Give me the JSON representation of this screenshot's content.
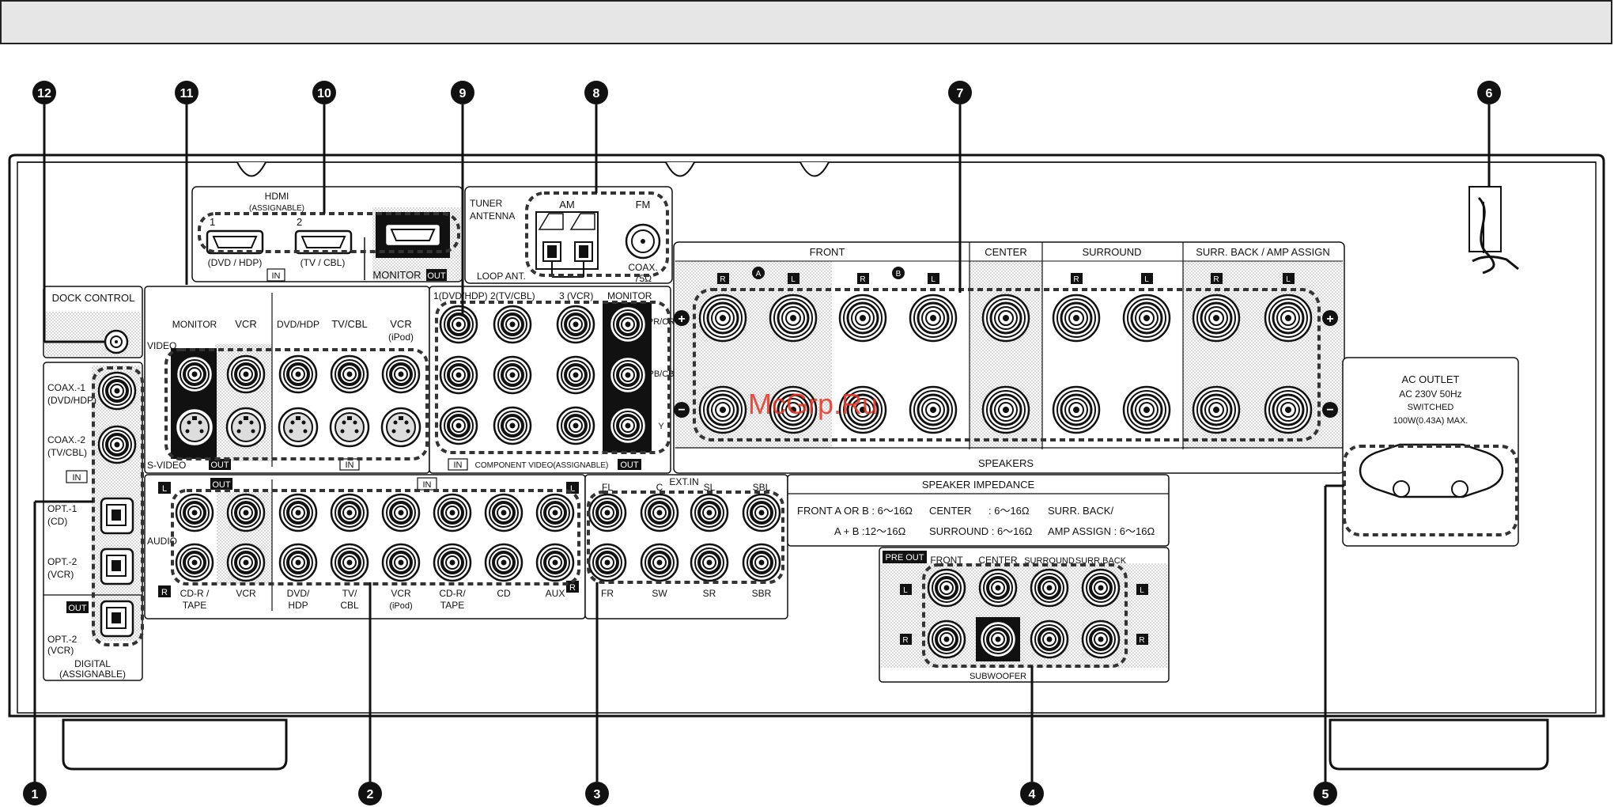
{
  "callouts": [
    "1",
    "2",
    "3",
    "4",
    "5",
    "6",
    "7",
    "8",
    "9",
    "10",
    "11",
    "12"
  ],
  "watermark": "McGrp.Ru",
  "hdmi": {
    "title": "HDMI",
    "subtitle": "(ASSIGNABLE)",
    "input_1_number": "1",
    "input_2_number": "2",
    "input_1_label": "(DVD / HDP)",
    "input_2_label": "(TV / CBL)",
    "in_badge": "IN",
    "monitor_label": "MONITOR",
    "out_badge": "OUT"
  },
  "tuner": {
    "title_line1": "TUNER",
    "title_line2": "ANTENNA",
    "am_label": "AM",
    "fm_label": "FM",
    "loop_label": "LOOP ANT.",
    "coax_label": "COAX.",
    "ohm_label": "75Ω"
  },
  "dock": {
    "label": "DOCK CONTROL"
  },
  "video": {
    "video_label": "VIDEO",
    "svideo_label": "S-VIDEO",
    "out_badge": "OUT",
    "in_badge": "IN",
    "columns": [
      "MONITOR",
      "VCR",
      "DVD/HDP",
      "TV/CBL",
      "VCR (iPod)"
    ],
    "col_vcr_ipod_line1": "VCR",
    "col_vcr_ipod_line2": "(iPod)"
  },
  "component": {
    "headers": [
      "1(DVD/HDP)",
      "2(TV/CBL)",
      "3 (VCR)",
      "MONITOR"
    ],
    "side_labels": [
      "PR/CR",
      "PB/CB",
      "Y"
    ],
    "in_badge": "IN",
    "out_badge": "OUT",
    "footer": "COMPONENT VIDEO(ASSIGNABLE)"
  },
  "digital": {
    "coax1_line1": "COAX.-1",
    "coax1_line2": "(DVD/HDP)",
    "coax2_line1": "COAX.-2",
    "coax2_line2": "(TV/CBL)",
    "in_badge": "IN",
    "opt1_line1": "OPT.-1",
    "opt1_line2": "(CD)",
    "opt2_line1": "OPT.-2",
    "opt2_line2": "(VCR)",
    "out_badge": "OUT",
    "opt3_line1": "OPT.-2",
    "opt3_line2": "(VCR)",
    "footer_line1": "DIGITAL",
    "footer_line2": "(ASSIGNABLE)"
  },
  "audio": {
    "label": "AUDIO",
    "out_badge": "OUT",
    "in_badge": "IN",
    "l_badge": "L",
    "r_badge": "R",
    "cdr_line1": "CD-R /",
    "cdr_line2": "TAPE",
    "vcr_out": "VCR",
    "dvd_line1": "DVD/",
    "dvd_line2": "HDP",
    "tv_line1": "TV/",
    "tv_line2": "CBL",
    "vcripod_line1": "VCR",
    "vcripod_line2": "(iPod)",
    "cdrin_line1": "CD-R/",
    "cdrin_line2": "TAPE",
    "cd": "CD",
    "aux": "AUX"
  },
  "extin": {
    "title": "EXT.IN",
    "top": [
      "FL",
      "C",
      "SL",
      "SBL"
    ],
    "bottom": [
      "FR",
      "SW",
      "SR",
      "SBR"
    ]
  },
  "speakers": {
    "front": "FRONT",
    "center": "CENTER",
    "surround": "SURROUND",
    "surr_back": "SURR. BACK / AMP ASSIGN",
    "footer": "SPEAKERS",
    "r": "R",
    "l": "L",
    "a": "A",
    "b": "B",
    "plus": "+",
    "minus": "−"
  },
  "impedance": {
    "title": "SPEAKER IMPEDANCE",
    "front_ab": "FRONT  A OR B : 6～16Ω",
    "center": "CENTER",
    "center_val": ": 6～16Ω",
    "surr_back": "SURR. BACK/",
    "a_b": "A  +  B  :12～16Ω",
    "surround": "SURROUND  : 6～16Ω",
    "amp_assign": "AMP ASSIGN  : 6～16Ω"
  },
  "preout": {
    "badge": "PRE OUT",
    "headers": [
      "FRONT",
      "CENTER",
      "SURROUND",
      "SURR.BACK"
    ],
    "l_badge": "L",
    "r_badge": "R",
    "footer": "SUBWOOFER"
  },
  "ac": {
    "line1": "AC OUTLET",
    "line2": "AC 230V  50Hz",
    "line3": "SWITCHED",
    "line4": "100W(0.43A) MAX."
  }
}
